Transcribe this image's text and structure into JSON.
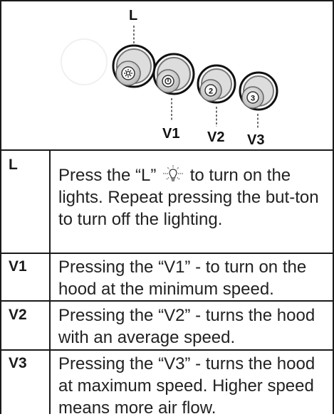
{
  "illustration": {
    "callouts": [
      "L",
      "V1",
      "V2",
      "V3"
    ],
    "knob_symbols": [
      "sun-icon",
      "power-icon",
      "2",
      "3"
    ]
  },
  "rows": [
    {
      "key": "L",
      "parts": [
        "Press the “L” ",
        " to turn on the lights. Repeat pressing the but-ton to turn off the lighting."
      ],
      "icon": "light-bulb-icon"
    },
    {
      "key": "V1",
      "text": "Pressing the “V1” - to turn on the hood at the minimum speed."
    },
    {
      "key": "V2",
      "text": "Pressing the “V2” - turns the hood with an average speed."
    },
    {
      "key": "V3",
      "text": "Pressing the “V3” - turns the hood at maximum speed. Higher speed means more air flow."
    }
  ]
}
